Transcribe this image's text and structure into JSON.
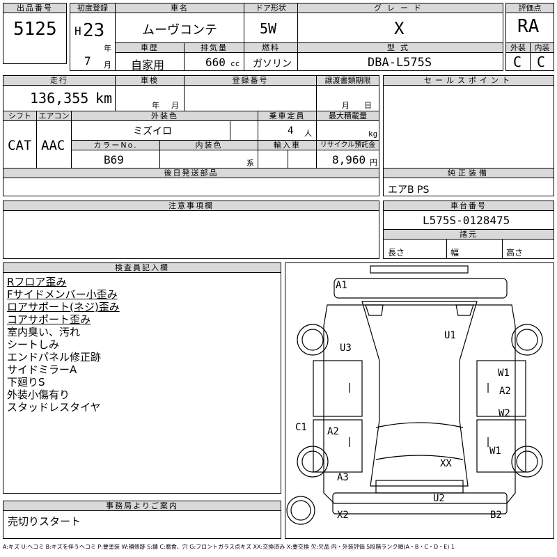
{
  "labels": {
    "lot_no": "出品番号",
    "first_reg": "初度登録",
    "car_name": "車名",
    "door": "ドア形状",
    "grade": "グレード",
    "score": "評価点",
    "history": "車歴",
    "displacement": "排気量",
    "fuel": "燃料",
    "model_code": "型式",
    "exterior": "外装",
    "interior": "内装",
    "mileage": "走行",
    "inspection": "車検",
    "reg_no": "登録番号",
    "transfer": "譲渡書類期限",
    "sales_point": "セールスポイント",
    "shift": "シフト",
    "aircon": "エアコン",
    "ext_color": "外装色",
    "capacity": "乗車定員",
    "max_load": "最大積載量",
    "color_no": "カラーNo.",
    "int_color": "内装色",
    "import": "輸入車",
    "recycle": "リサイクル預託金",
    "later_parts": "後日発送部品",
    "options": "純正装備",
    "caution": "注意事項欄",
    "chassis_no": "車台番号",
    "dimensions": "諸元",
    "inspector": "検査員記入欄",
    "office": "事務局よりご案内"
  },
  "units": {
    "era": "H",
    "year": "年",
    "month": "月",
    "cc": "cc",
    "km": "km",
    "persons": "人",
    "kg": "kg",
    "yen": "円",
    "kei": "系",
    "length": "長さ",
    "width": "幅",
    "height": "高さ"
  },
  "vehicle": {
    "lot_no": "5125",
    "first_reg_year": "23",
    "first_reg_month": "7",
    "car_name": "ムーヴコンテ",
    "door": "5W",
    "grade": "X",
    "score": "RA",
    "history": "自家用",
    "displacement": "660",
    "fuel": "ガソリン",
    "model_code": "DBA-L575S",
    "exterior_grade": "C",
    "interior_grade": "C",
    "mileage": "136,355",
    "shift": "CAT",
    "aircon": "AAC",
    "ext_color": "ミズイロ",
    "capacity": "4",
    "color_no": "B69",
    "recycle_fee": "8,960",
    "options": "エアB PS",
    "chassis_no": "L575S-0128475",
    "office_note": "売切りスタート"
  },
  "inspector_notes": [
    {
      "text": "Rフロア歪み",
      "underline": true
    },
    {
      "text": "Fサイドメンバー小歪み",
      "underline": true
    },
    {
      "text": "ロアサポート(ネジ)歪み",
      "underline": true
    },
    {
      "text": "コアサポート歪み",
      "underline": true
    },
    {
      "text": "室内臭い、汚れ",
      "underline": false
    },
    {
      "text": "シートしみ",
      "underline": false
    },
    {
      "text": "エンドパネル修正跡",
      "underline": false
    },
    {
      "text": "サイドミラーA",
      "underline": false
    },
    {
      "text": "下廻りS",
      "underline": false
    },
    {
      "text": "外装小傷有り",
      "underline": false
    },
    {
      "text": "スタッドレスタイヤ",
      "underline": false
    }
  ],
  "diagram_marks": {
    "front_bumper": "A1",
    "roof": "U1",
    "left_front": "U3",
    "right_front_door_w": "W1",
    "right_front_door_a": "A2",
    "right_rear_door": "W2",
    "right_rear_fender": "W1",
    "left_rear_fender_c": "C1",
    "left_rear_door": "A2",
    "rear_roof": "XX",
    "left_rear_quarter": "A3",
    "rear_bumper": "U2",
    "left_rear_corner": "X2",
    "right_rear_corner": "B2"
  },
  "legend": "A:キズ U:ヘコミ B:キズを伴うヘコミ P:要塗装 W:補修跡 S:錆 C:腐食、穴 G:フロントガラス点キズ XX:交換済み X:要交換 欠:欠品 内・外装評価 5段階ランク順(A・B・C・D・E) 1"
}
